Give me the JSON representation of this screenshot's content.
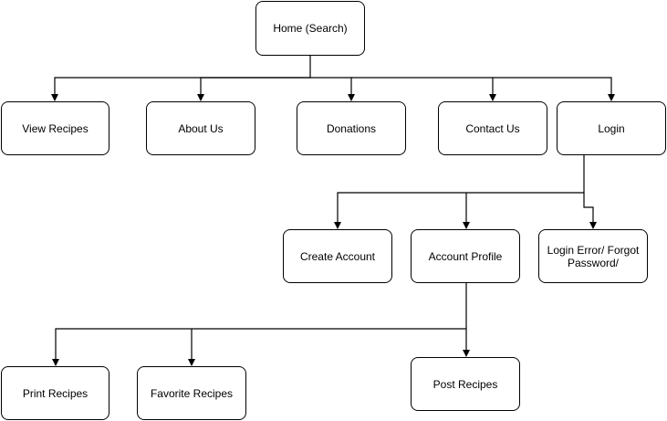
{
  "diagram": {
    "colors": {
      "line": "#000000",
      "node_border": "#000000",
      "node_fill": "#ffffff",
      "text": "#000000"
    },
    "nodes": {
      "home": "Home (Search)",
      "view_recipes": "View Recipes",
      "about_us": "About Us",
      "donations": "Donations",
      "contact_us": "Contact Us",
      "login": "Login",
      "create_account": "Create Account",
      "account_profile": "Account Profile",
      "login_error": "Login Error/ Forgot Password/",
      "print_recipes": "Print Recipes",
      "favorite_recipes": "Favorite Recipes",
      "post_recipes": "Post Recipes"
    },
    "edges": [
      {
        "from": "home",
        "to": "view_recipes"
      },
      {
        "from": "home",
        "to": "about_us"
      },
      {
        "from": "home",
        "to": "donations"
      },
      {
        "from": "home",
        "to": "contact_us"
      },
      {
        "from": "home",
        "to": "login"
      },
      {
        "from": "login",
        "to": "create_account"
      },
      {
        "from": "login",
        "to": "account_profile"
      },
      {
        "from": "login",
        "to": "login_error"
      },
      {
        "from": "account_profile",
        "to": "print_recipes"
      },
      {
        "from": "account_profile",
        "to": "favorite_recipes"
      },
      {
        "from": "account_profile",
        "to": "post_recipes"
      }
    ]
  }
}
